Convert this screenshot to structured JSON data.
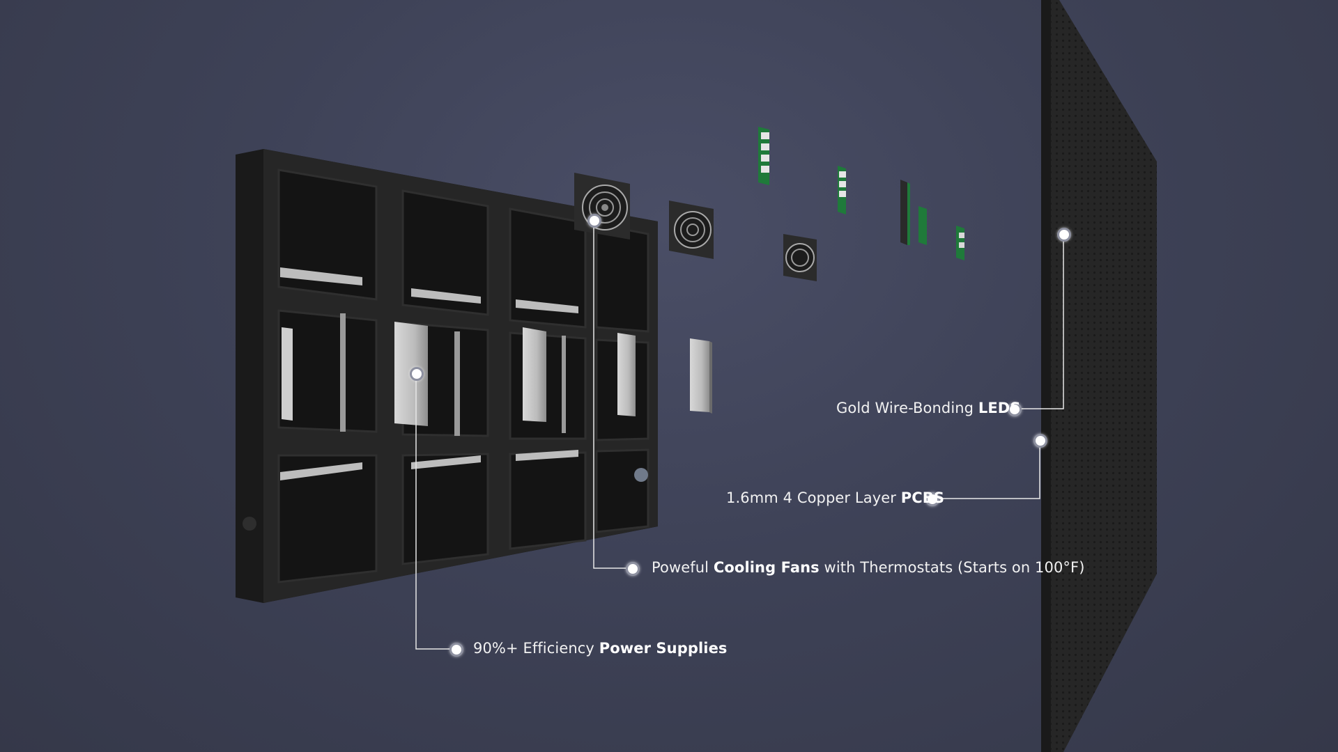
{
  "callouts": {
    "leds": {
      "text": "Gold Wire-Bonding ",
      "bold": "LEDS"
    },
    "pcbs": {
      "text": "1.6mm 4 Copper Layer ",
      "bold": "PCBS"
    },
    "fans": {
      "pre": "Poweful ",
      "bold": "Cooling Fans",
      "post": " with Thermostats (Starts on 100°F)"
    },
    "power": {
      "pre": "90%+ Efficiency ",
      "bold": "Power Supplies"
    }
  },
  "colors": {
    "background": "#3e4257",
    "cabinet": "#232323",
    "leader_line": "#e8e8e8",
    "pcb_green": "#1f7a3a"
  }
}
